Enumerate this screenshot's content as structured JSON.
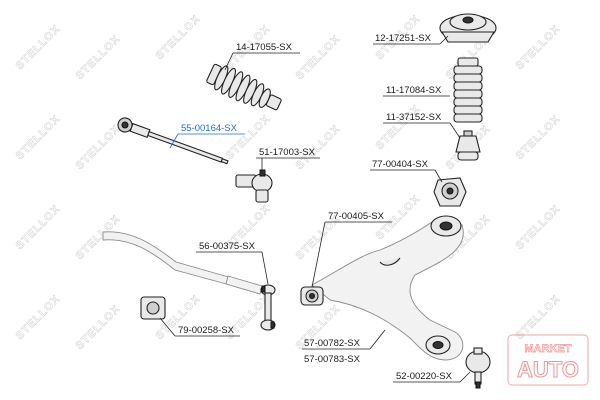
{
  "watermark": {
    "text": "STELLOX"
  },
  "corner_logo": {
    "line1": "MARKET",
    "line2": "AUTO",
    "color": "#e03a3a"
  },
  "highlight_color": "#1e6fd9",
  "parts": [
    {
      "id": "14-17055-SX",
      "label": "14-17055-SX",
      "name": "steering-boot",
      "highlighted": false
    },
    {
      "id": "55-00164-SX",
      "label": "55-00164-SX",
      "name": "tie-rod",
      "highlighted": true
    },
    {
      "id": "51-17003-SX",
      "label": "51-17003-SX",
      "name": "tie-rod-end",
      "highlighted": false
    },
    {
      "id": "56-00375-SX",
      "label": "56-00375-SX",
      "name": "stabilizer-link",
      "highlighted": false
    },
    {
      "id": "79-00258-SX",
      "label": "79-00258-SX",
      "name": "stabilizer-bushing",
      "highlighted": false
    },
    {
      "id": "12-17251-SX",
      "label": "12-17251-SX",
      "name": "strut-mount",
      "highlighted": false
    },
    {
      "id": "11-17084-SX",
      "label": "11-17084-SX",
      "name": "dust-boot-strut",
      "highlighted": false
    },
    {
      "id": "11-37152-SX",
      "label": "11-37152-SX",
      "name": "bump-stop",
      "highlighted": false
    },
    {
      "id": "77-00404-SX",
      "label": "77-00404-SX",
      "name": "rear-arm-bushing",
      "highlighted": false
    },
    {
      "id": "77-00405-SX",
      "label": "77-00405-SX",
      "name": "front-arm-bushing",
      "highlighted": false
    },
    {
      "id": "57-00782-SX",
      "label": "57-00782-SX",
      "name": "control-arm-left",
      "highlighted": false
    },
    {
      "id": "57-00783-SX",
      "label": "57-00783-SX",
      "name": "control-arm-right",
      "highlighted": false
    },
    {
      "id": "52-00220-SX",
      "label": "52-00220-SX",
      "name": "ball-joint",
      "highlighted": false
    }
  ]
}
